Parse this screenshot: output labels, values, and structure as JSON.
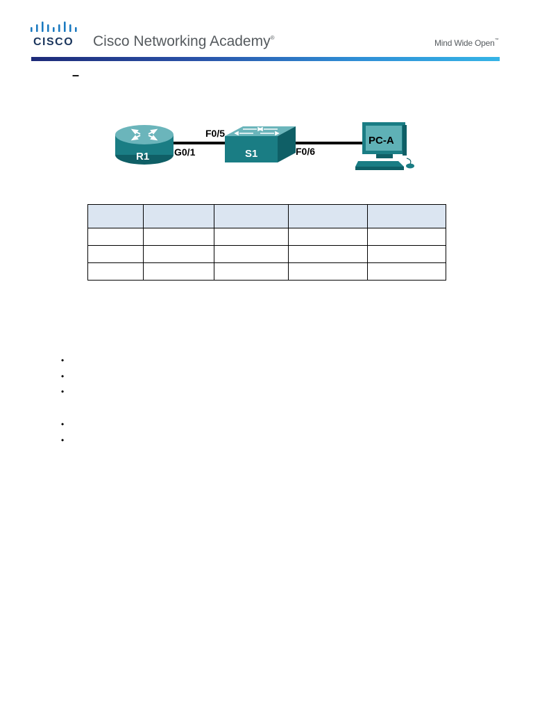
{
  "header": {
    "brand": "CISCO",
    "academy_title": "Cisco Networking Academy",
    "academy_mark": "®",
    "tagline": "Mind Wide Open",
    "tagline_mark": "™"
  },
  "title_dash": "–",
  "topology": {
    "devices": {
      "router": "R1",
      "switch": "S1",
      "pc": "PC-A"
    },
    "ports": {
      "router_port": "G0/1",
      "switch_uplink": "F0/5",
      "switch_pc_port": "F0/6"
    }
  },
  "addressing_table": {
    "header": [
      "",
      "",
      "",
      "",
      ""
    ],
    "rows": [
      [
        "",
        "",
        "",
        "",
        ""
      ],
      [
        "",
        "",
        "",
        "",
        ""
      ],
      [
        "",
        "",
        "",
        "",
        ""
      ]
    ]
  },
  "bullets": [
    "•",
    "•",
    "•",
    "•",
    "•"
  ],
  "colors": {
    "brand_navy": "#1b365d",
    "rule_start": "#1d2a78",
    "rule_end": "#35b4e6",
    "device_teal": "#1f8a8e",
    "table_header_bg": "#dbe5f1"
  }
}
